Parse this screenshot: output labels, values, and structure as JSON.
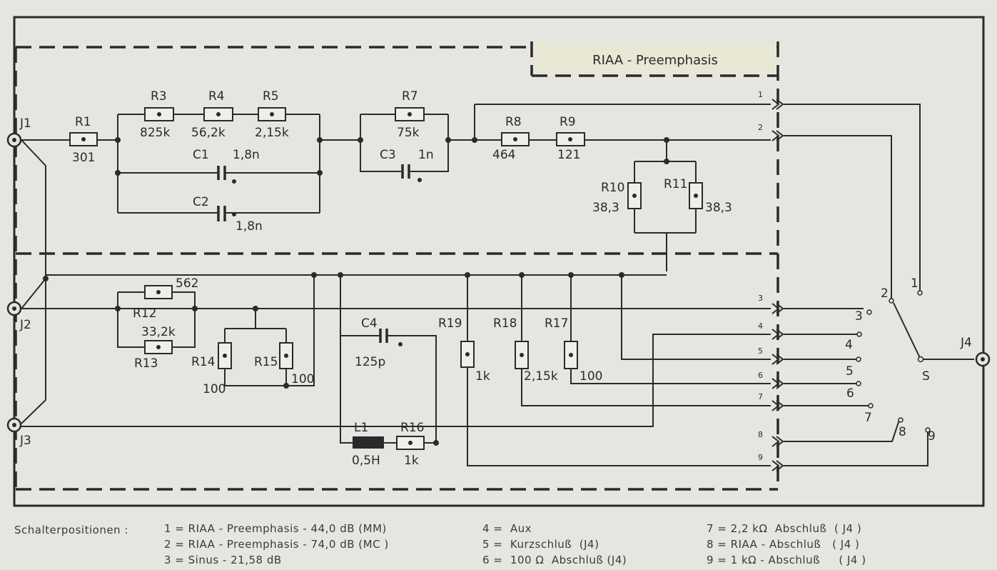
{
  "title": "RIAA - Preemphasis",
  "colors": {
    "ink": "#2a2a2a",
    "paper": "#e6e6e0",
    "title_box": "#e8e8d4"
  },
  "jacks": [
    "J1",
    "J2",
    "J3",
    "J4"
  ],
  "resistors": {
    "R1": "301",
    "R3": "825k",
    "R4": "56,2k",
    "R5": "2,15k",
    "R7": "75k",
    "R8": "464",
    "R9": "121",
    "R10": "38,3",
    "R11": "38,3",
    "R12": "562",
    "R13": "33,2k",
    "R14": "100",
    "R15": "100",
    "R16": "1k",
    "R17": "100",
    "R18": "2,15k",
    "R19": "1k"
  },
  "capacitors": {
    "C1": "1,8n",
    "C2": "1,8n",
    "C3": "1n",
    "C4": "125p"
  },
  "inductor": {
    "name": "L1",
    "value": "0,5H"
  },
  "switch": {
    "name": "S",
    "positions": [
      "1",
      "2",
      "3",
      "4",
      "5",
      "6",
      "7",
      "8",
      "9"
    ]
  },
  "legend": {
    "heading": "Schalterpositionen :",
    "col1": [
      "1 = RIAA - Preemphasis - 44,0 dB (MM)",
      "2 = RIAA - Preemphasis - 74,0 dB (MC )",
      "3 = Sinus - 21,58 dB"
    ],
    "col2": [
      "4 =  Aux",
      "5 =  Kurzschluß  (J4)",
      "6 =  100 Ω  Abschluß (J4)"
    ],
    "col3": [
      "7 = 2,2 kΩ  Abschluß  ( J4 )",
      "8 = RIAA - Abschluß   ( J4 )",
      "9 = 1 kΩ - Abschluß     ( J4 )"
    ]
  }
}
